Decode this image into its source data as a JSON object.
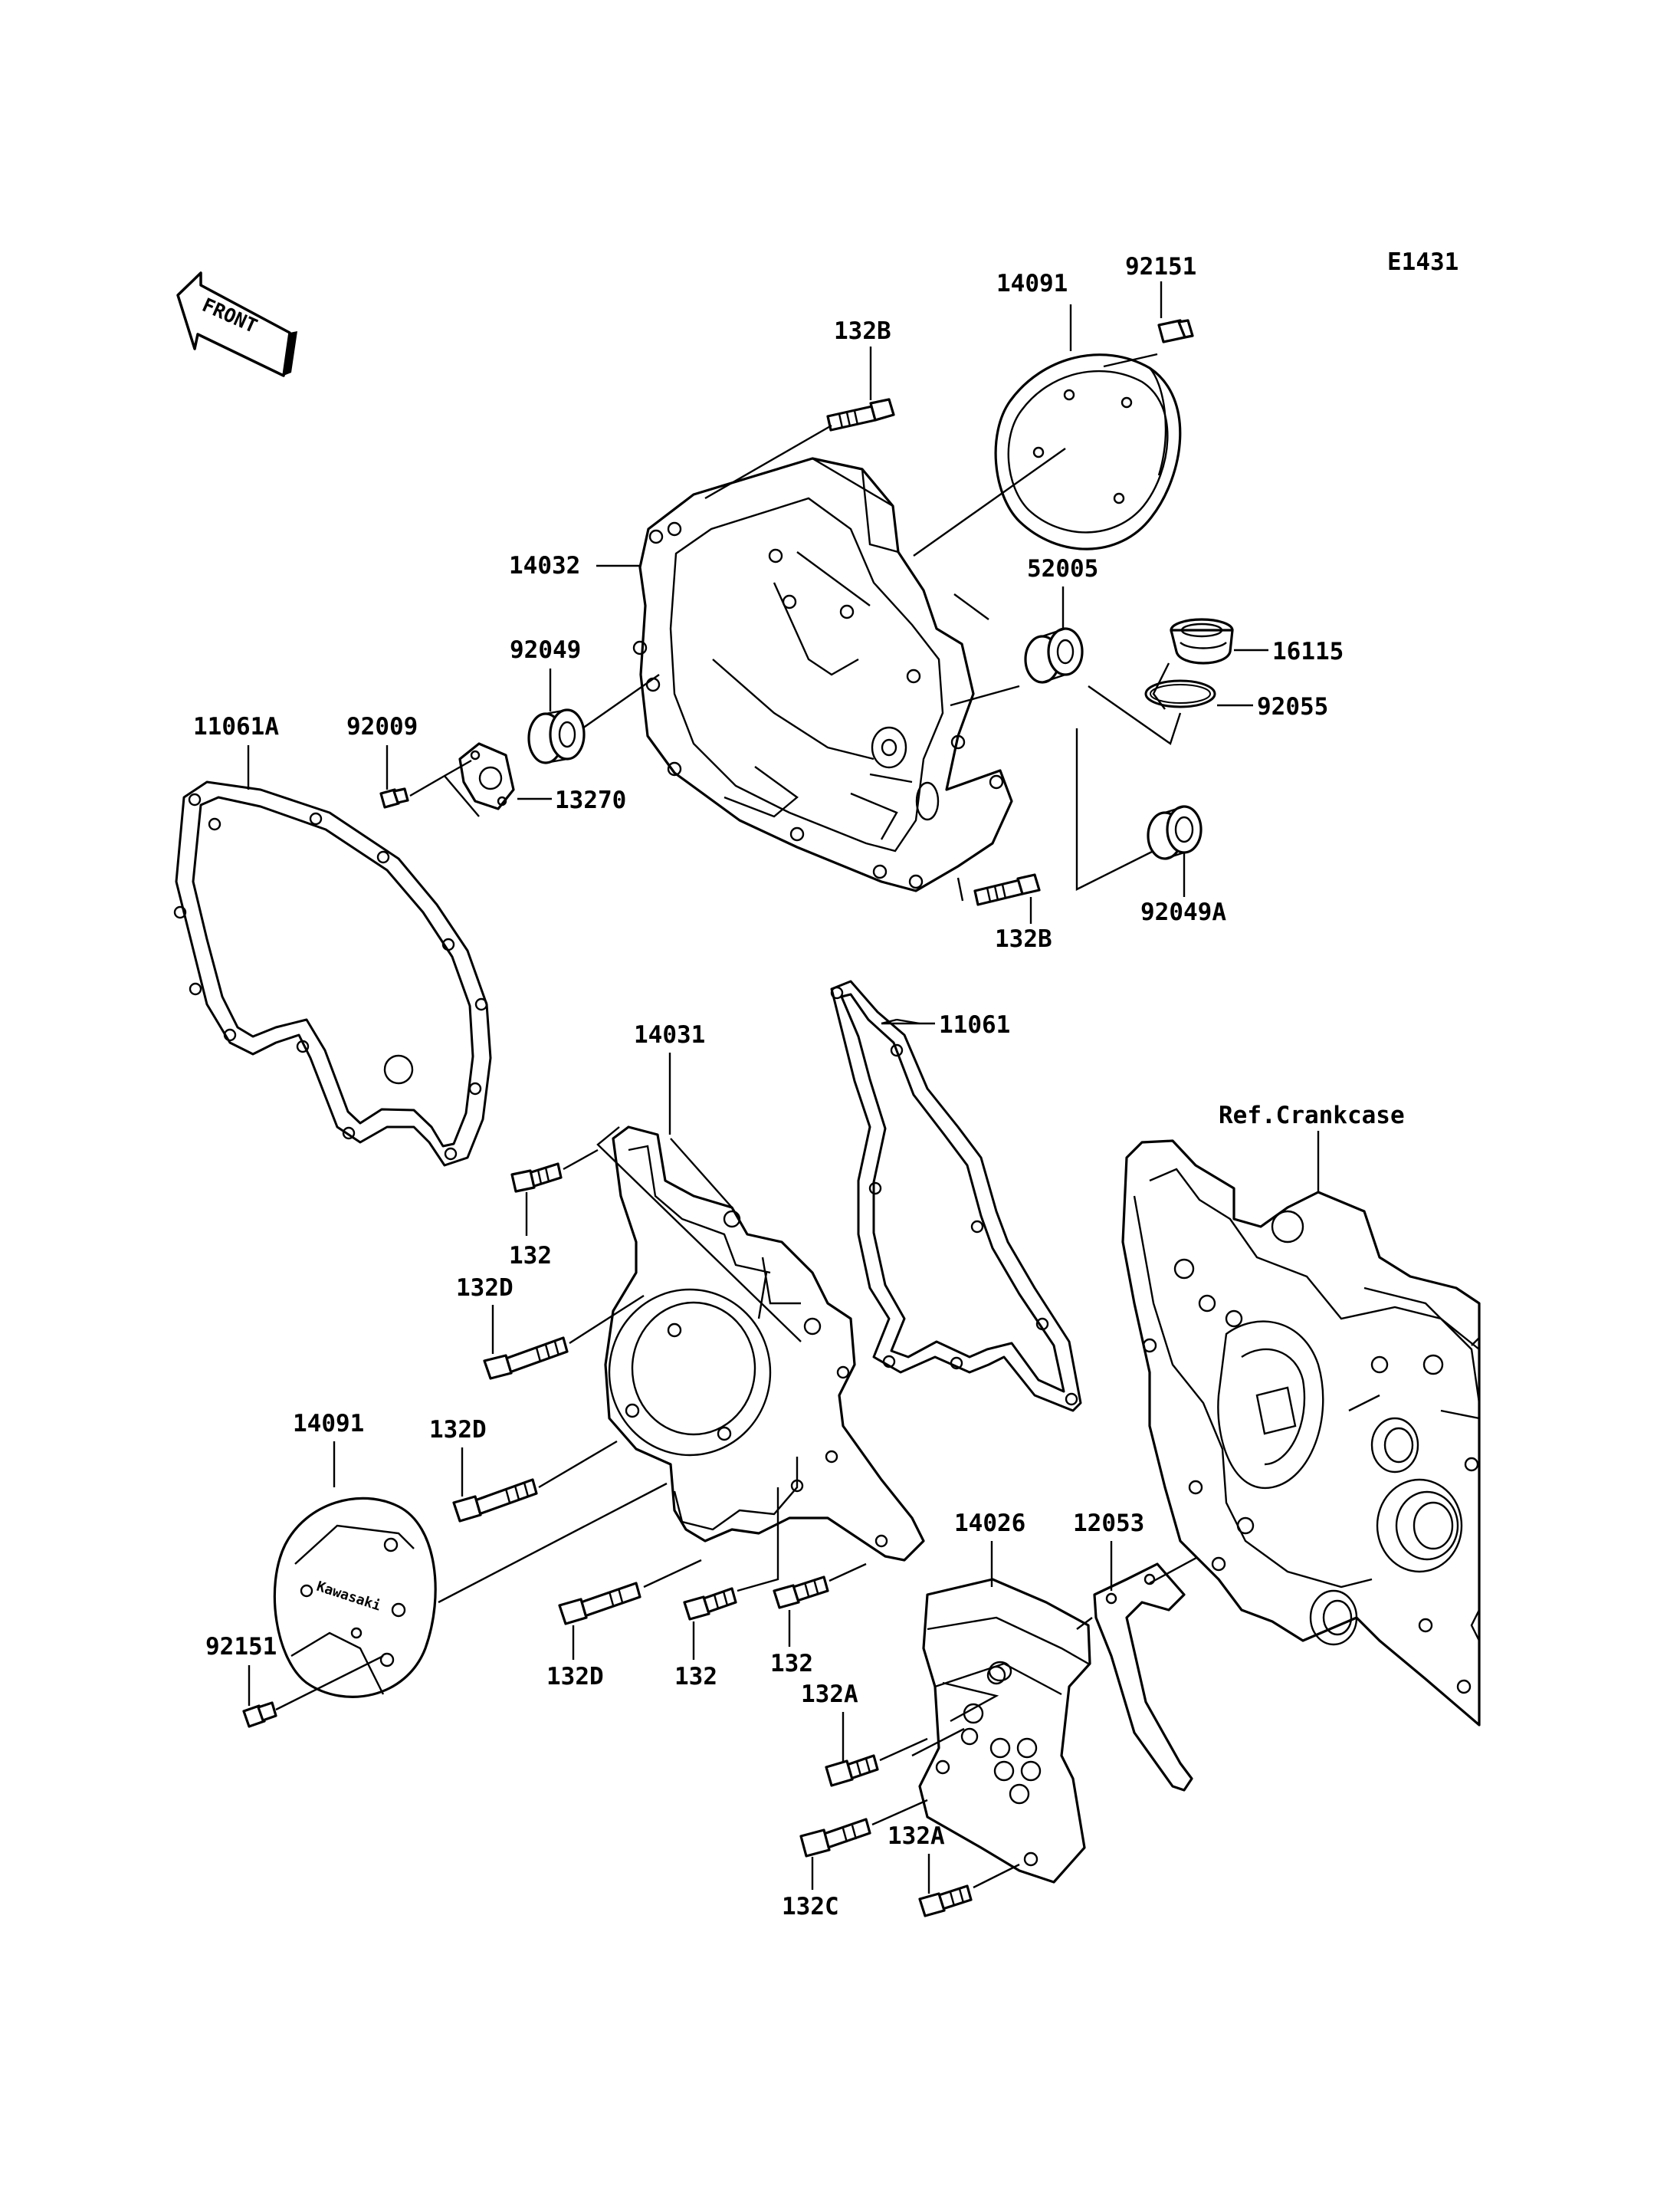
{
  "diagram_code": "E1431",
  "front_arrow_text": "FRONT",
  "logo_text": "Kawasaki",
  "labels": {
    "p14091_top": "14091",
    "p92151_top": "92151",
    "p132B_top": "132B",
    "p14032": "14032",
    "p52005": "52005",
    "p16115": "16115",
    "p92055": "92055",
    "p92049": "92049",
    "p11061A": "11061A",
    "p92009": "92009",
    "p13270": "13270",
    "p132B_bottom": "132B",
    "p92049A": "92049A",
    "p14031": "14031",
    "p11061": "11061",
    "ref_crankcase": "Ref.Crankcase",
    "p132_a": "132",
    "p132D_a": "132D",
    "p14091_bottom": "14091",
    "p132D_b": "132D",
    "p92151_bottom": "92151",
    "p132D_c": "132D",
    "p132_b": "132",
    "p132_c": "132",
    "p14026": "14026",
    "p12053": "12053",
    "p132A_a": "132A",
    "p132C": "132C",
    "p132A_b": "132A"
  }
}
